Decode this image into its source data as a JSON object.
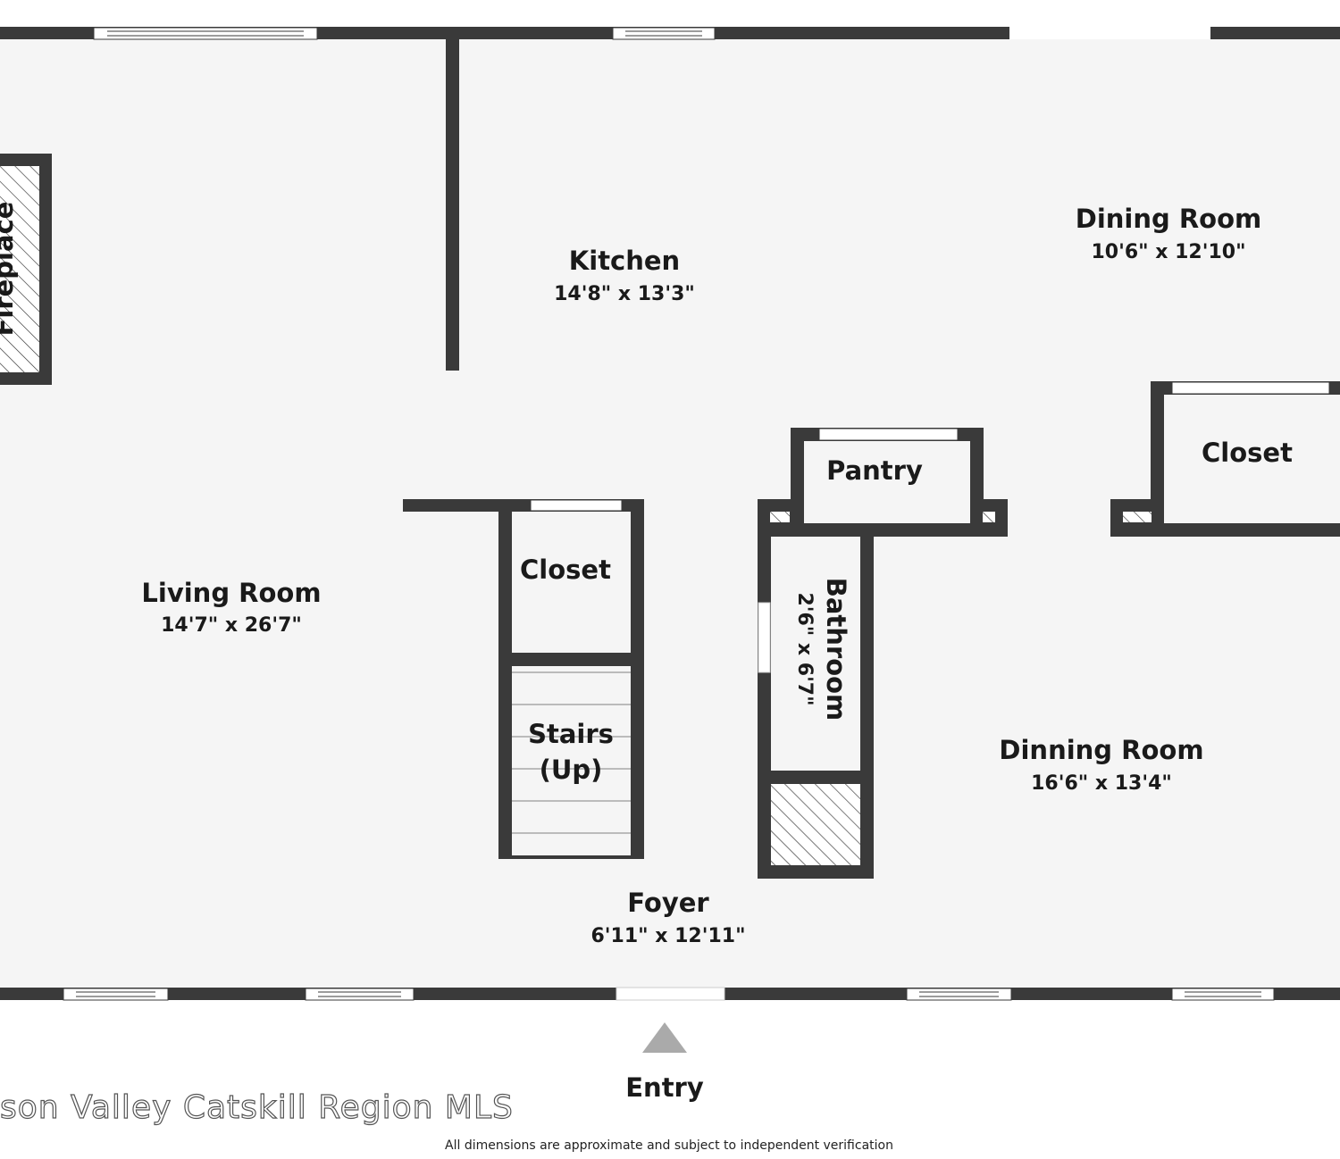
{
  "rooms": {
    "kitchen": {
      "name": "Kitchen",
      "dims": "14'8\" x 13'3\""
    },
    "dining_room": {
      "name": "Dining Room",
      "dims": "10'6\" x 12'10\""
    },
    "living_room": {
      "name": "Living Room",
      "dims": "14'7\" x 26'7\""
    },
    "closet_center": {
      "name": "Closet"
    },
    "closet_right": {
      "name": "Closet"
    },
    "pantry": {
      "name": "Pantry"
    },
    "bathroom": {
      "name": "Bathroom",
      "dims": "2'6\" x 6'7\""
    },
    "stairs": {
      "line1": "Stairs",
      "line2": "(Up)"
    },
    "dinning_room": {
      "name": "Dinning Room",
      "dims": "16'6\" x 13'4\""
    },
    "foyer": {
      "name": "Foyer",
      "dims": "6'11\" x 12'11\""
    },
    "fireplace": {
      "name": "Fireplace"
    }
  },
  "entry": {
    "label": "Entry"
  },
  "watermark": "son Valley Catskill Region MLS",
  "footer": "All dimensions are approximate and subject to independent verification",
  "colors": {
    "wall": "#3a3a3a",
    "floor": "#f5f5f5",
    "arrow": "#aaaaaa"
  }
}
